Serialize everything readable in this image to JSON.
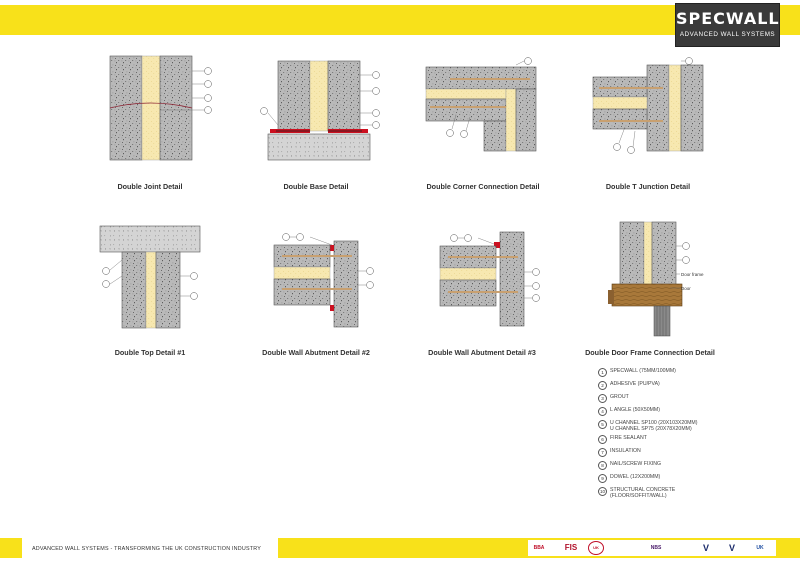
{
  "header": {
    "brand": "SPECWALL",
    "tagline": "ADVANCED WALL SYSTEMS"
  },
  "details": [
    {
      "caption": "Double Joint Detail"
    },
    {
      "caption": "Double Base Detail"
    },
    {
      "caption": "Double Corner Connection Detail"
    },
    {
      "caption": "Double T Junction Detail"
    },
    {
      "caption": "Double Top Detail #1"
    },
    {
      "caption": "Double Wall Abutment Detail #2"
    },
    {
      "caption": "Double Wall Abutment Detail #3"
    },
    {
      "caption": "Double Door Frame Connection Detail"
    }
  ],
  "door_labels": {
    "frame": "Door frame",
    "door": "Door"
  },
  "legend": [
    {
      "num": "1",
      "text": "SPECWALL (75MM/100MM)"
    },
    {
      "num": "2",
      "text": "ADHESIVE (PU/PVA)"
    },
    {
      "num": "3",
      "text": "GROUT"
    },
    {
      "num": "4",
      "text": "L ANGLE (50X50MM)"
    },
    {
      "num": "5",
      "text": "U CHANNEL SP100 (20X103X20MM)\nU CHANNEL SP75 (20X78X20MM)"
    },
    {
      "num": "6",
      "text": "FIRE SEALANT"
    },
    {
      "num": "7",
      "text": "INSULATION"
    },
    {
      "num": "8",
      "text": "NAIL/SCREW FIXING"
    },
    {
      "num": "9",
      "text": "DOWEL (12X200MM)"
    },
    {
      "num": "10",
      "text": "STRUCTURAL CONCRETE\n(FLOOR/SOFFIT/WALL)"
    }
  ],
  "footer": {
    "text": "ADVANCED WALL SYSTEMS - TRANSFORMING THE UK CONSTRUCTION INDUSTRY"
  },
  "badges": [
    "BBA",
    "FIS",
    "UK",
    "NBS",
    "V",
    "V",
    "UK"
  ],
  "colors": {
    "band": "#f8e11a",
    "logo_bg": "#3a3a3a",
    "panel": "#b8b8b8",
    "insulation": "#f7e8b0",
    "sealant": "#d01020",
    "timber": "#a5773a"
  }
}
